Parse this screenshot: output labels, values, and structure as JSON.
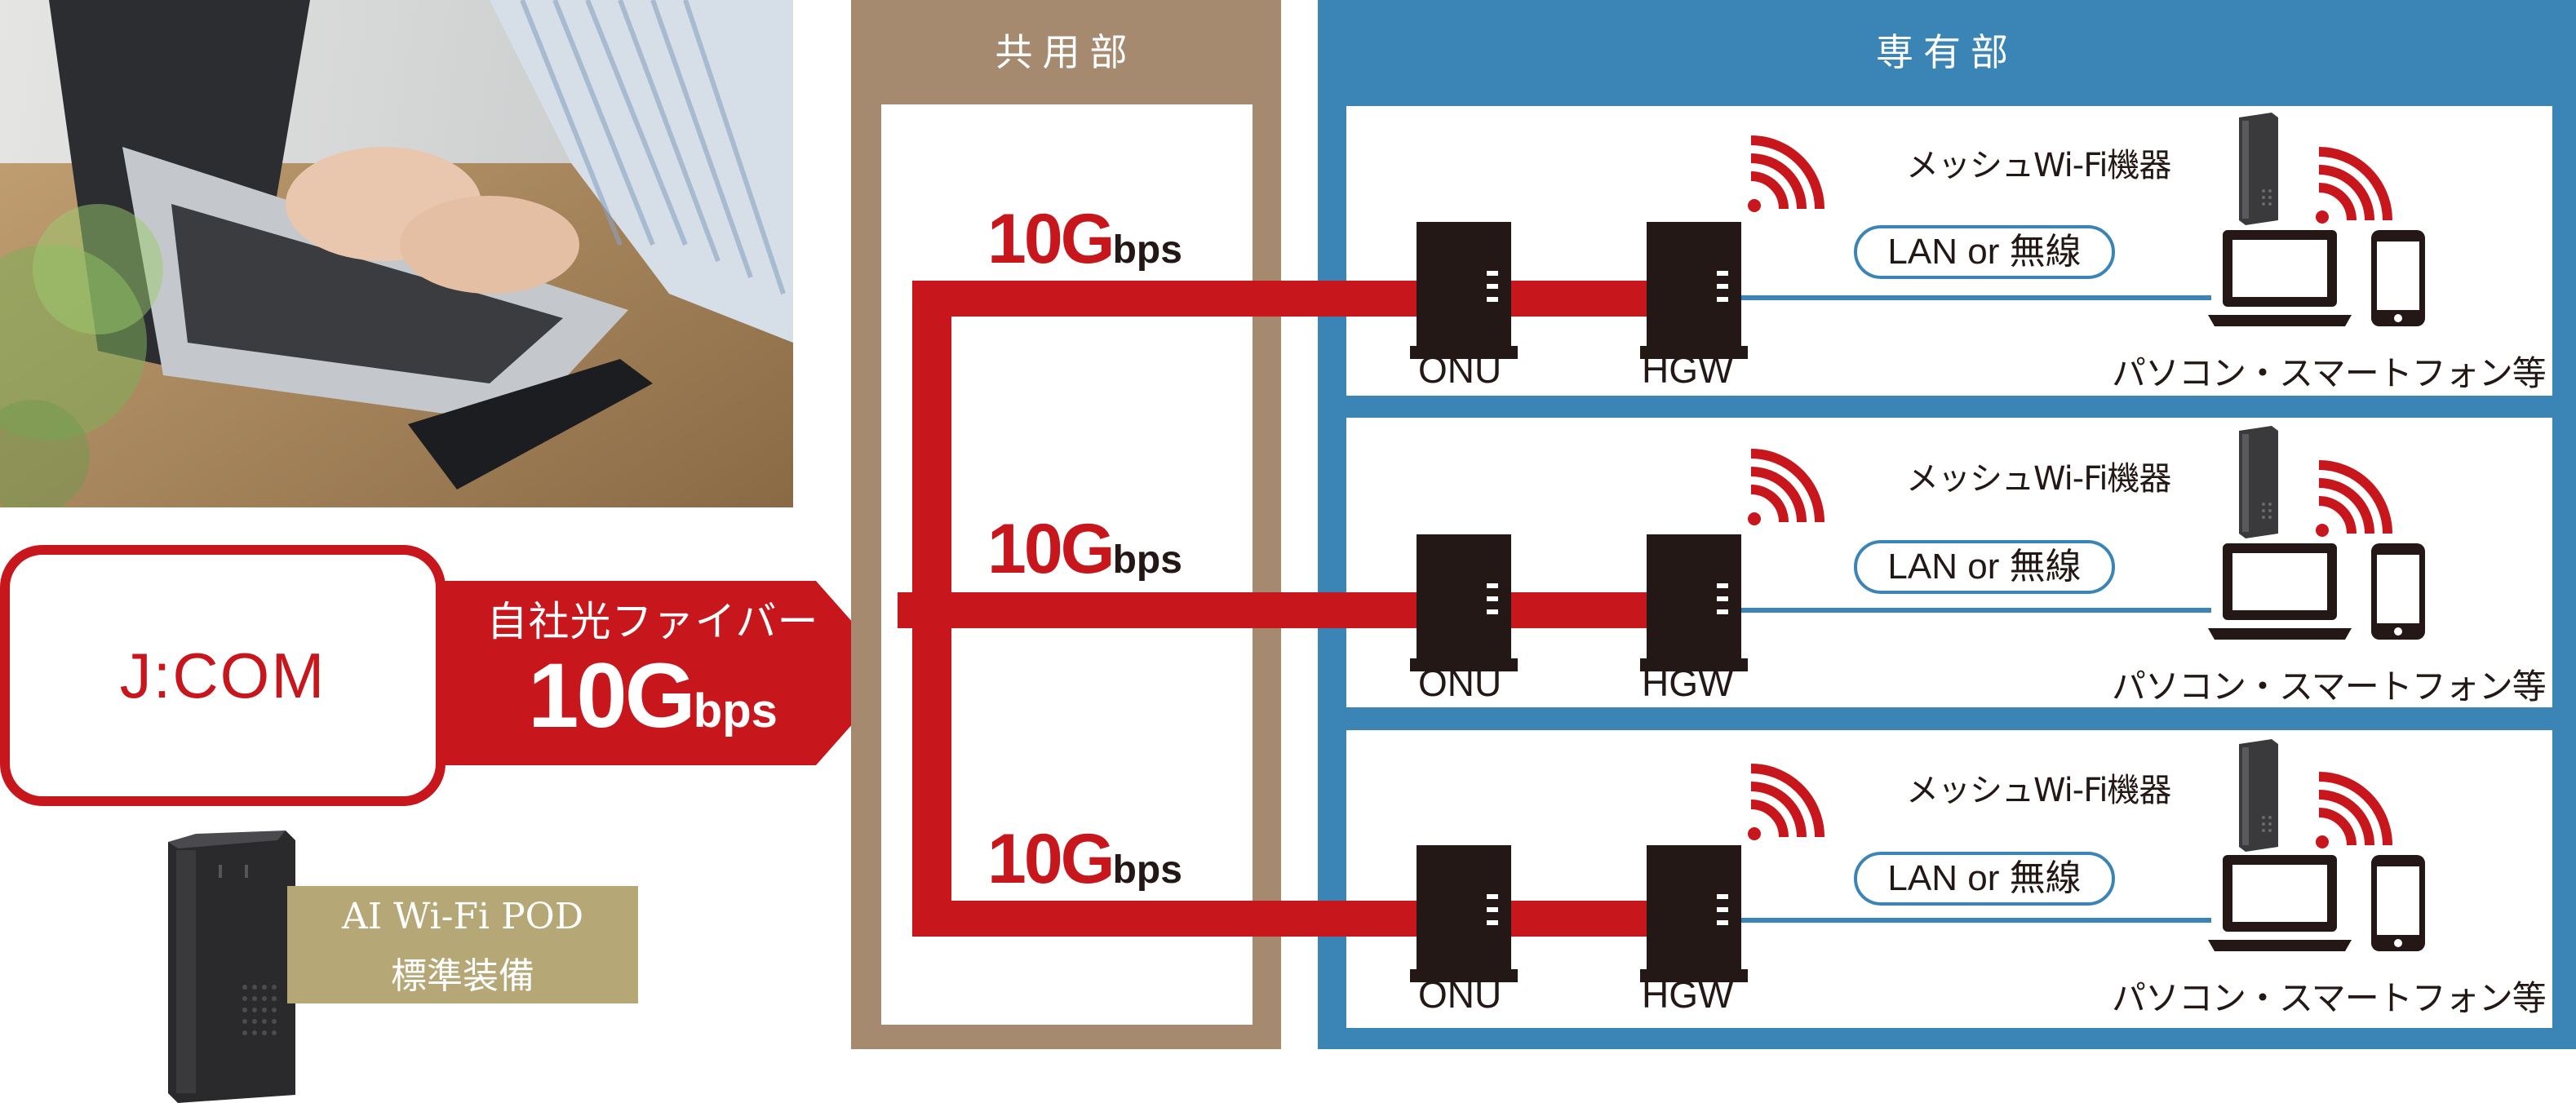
{
  "colors": {
    "red": "#c8161d",
    "shared_bg": "#a58a70",
    "private_bg": "#3b85b6",
    "pod_label_bg": "#b6a777",
    "device": "#231815"
  },
  "jcom": {
    "logo": "J:COM",
    "fiber_label": "自社光ファイバー",
    "speed_big": "10G",
    "speed_small": "bps"
  },
  "pod": {
    "line1": "AI Wi-Fi POD",
    "line2": "標準装備",
    "icon": "wifi-pod-router"
  },
  "shared": {
    "title": "共用部"
  },
  "private": {
    "title": "専有部"
  },
  "rooms": [
    {
      "speed_big": "10G",
      "speed_small": "bps",
      "onu": "ONU",
      "hgw": "HGW",
      "link": "LAN or 無線",
      "mesh": "メッシュWi-Fi機器",
      "devices": "パソコン・スマートフォン等"
    },
    {
      "speed_big": "10G",
      "speed_small": "bps",
      "onu": "ONU",
      "hgw": "HGW",
      "link": "LAN or 無線",
      "mesh": "メッシュWi-Fi機器",
      "devices": "パソコン・スマートフォン等"
    },
    {
      "speed_big": "10G",
      "speed_small": "bps",
      "onu": "ONU",
      "hgw": "HGW",
      "link": "LAN or 無線",
      "mesh": "メッシュWi-Fi機器",
      "devices": "パソコン・スマートフォン等"
    }
  ]
}
